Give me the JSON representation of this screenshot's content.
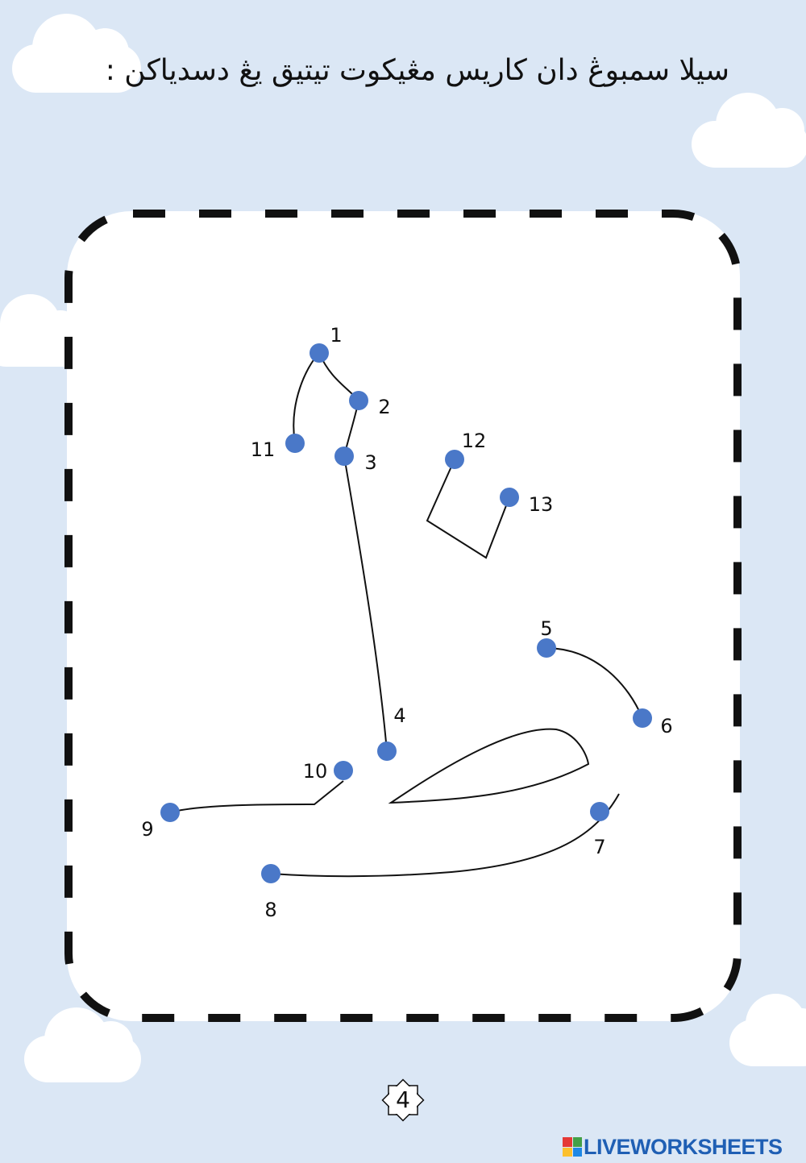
{
  "instruction": "سيلا سمبوڠ دان كاريس مڠيكوت تيتيق يڠ دسدياكن :",
  "dots": [
    {
      "n": "1"
    },
    {
      "n": "2"
    },
    {
      "n": "3"
    },
    {
      "n": "4"
    },
    {
      "n": "5"
    },
    {
      "n": "6"
    },
    {
      "n": "7"
    },
    {
      "n": "8"
    },
    {
      "n": "9"
    },
    {
      "n": "10"
    },
    {
      "n": "11"
    },
    {
      "n": "12"
    },
    {
      "n": "13"
    }
  ],
  "page_number": "4",
  "brand": "LIVEWORKSHEETS",
  "colors": {
    "background": "#dbe7f5",
    "dot": "#4a78c8",
    "border": "#111111",
    "brand": "#1f5fb4",
    "logo": [
      "#e53935",
      "#43a047",
      "#fbc02d",
      "#1e88e5"
    ]
  }
}
